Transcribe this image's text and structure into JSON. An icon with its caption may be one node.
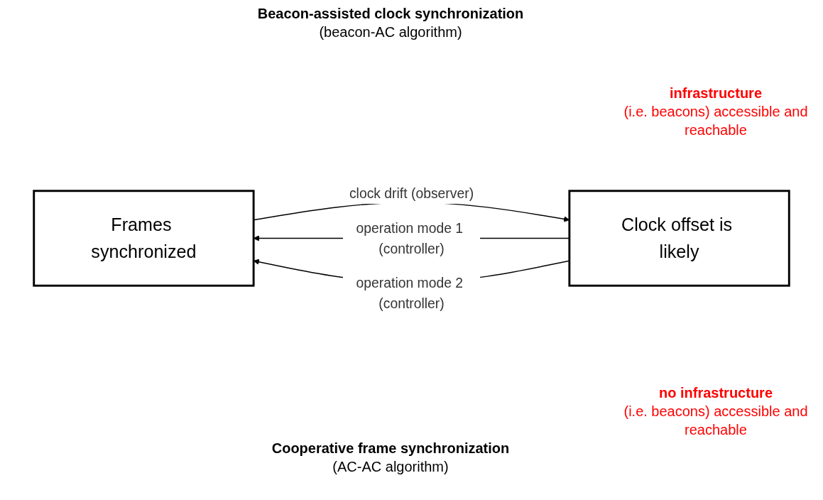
{
  "diagram": {
    "nodes": [
      {
        "text": [
          "Frames synchronized"
        ]
      },
      {
        "text": [
          "Clock offset is likely"
        ]
      }
    ],
    "edges": [
      {
        "from": 0,
        "to": 1,
        "arrow": "to",
        "label": "clock drift (observer)"
      },
      {
        "from": 1,
        "to": 0,
        "arrow": "to",
        "label": "operation mode 1 (controller)"
      },
      {
        "from": 1,
        "to": 0,
        "arrow": "to",
        "label": "operation mode 2 (controller)"
      }
    ],
    "labels": [
      "Beacon-assisted clock synchronization",
      "(beacon-AC algorithm)",
      "infrastructure",
      "(i.e. beacons) accessible and reachable",
      "no infrastructure",
      "(i.e. beacons) accessible and reachable",
      "Cooperative frame synchronization",
      "(AC-AC algorithm)"
    ]
  }
}
